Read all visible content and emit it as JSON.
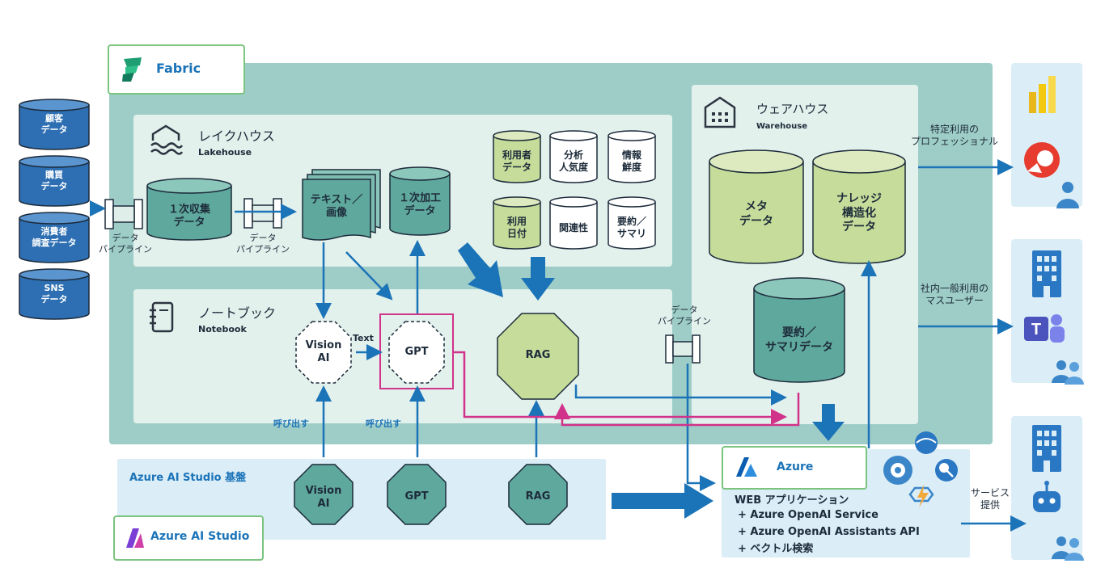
{
  "fabric": {
    "label": "Fabric"
  },
  "lakehouse": {
    "title": "レイクハウス",
    "subtitle": "Lakehouse"
  },
  "notebook": {
    "title": "ノートブック",
    "subtitle": "Notebook"
  },
  "warehouse": {
    "title": "ウェアハウス",
    "subtitle": "Warehouse"
  },
  "sources": [
    "顧客\nデータ",
    "購買\nデータ",
    "消費者\n調査データ",
    "SNS\nデータ"
  ],
  "pipelines": {
    "p1": "データ\nパイプライン",
    "p2": "データ\nパイプライン",
    "p3": "データ\nパイプライン"
  },
  "lake_items": {
    "raw": "１次収集\nデータ",
    "text_image": "テキスト／\n画像",
    "processed": "１次加工\nデータ",
    "users": "利用者\nデータ",
    "popularity": "分析\n人気度",
    "freshness": "情報\n鮮度",
    "date": "利用\n日付",
    "relevance": "関連性",
    "summary": "要約／\nサマリ"
  },
  "notebook_items": {
    "vision": "Vision\nAI",
    "text_label": "Text",
    "gpt": "GPT",
    "rag": "RAG"
  },
  "warehouse_items": {
    "meta": "メタ\nデータ",
    "knowledge": "ナレッジ\n構造化\nデータ",
    "summary": "要約／\nサマリデータ"
  },
  "calls": {
    "c1": "呼び出す",
    "c2": "呼び出す"
  },
  "ai_studio": {
    "base_title": "Azure AI Studio 基盤",
    "logo_label": "Azure AI Studio",
    "vision": "Vision\nAI",
    "gpt": "GPT",
    "rag": "RAG"
  },
  "azure": {
    "label": "Azure",
    "web_app": "WEB アプリケーション",
    "line1": "+ Azure OpenAI Service",
    "line2": "+ Azure OpenAI Assistants API",
    "line3": "+ ベクトル検索"
  },
  "outputs": {
    "pro": "特定利用の\nプロフェッショナル",
    "mass": "社内一般利用の\nマスユーザー",
    "service": "サービス\n提供"
  },
  "colors": {
    "teal_dark": "#2c6e66",
    "teal_fill": "#5fa89d",
    "lime_fill": "#c5dc9a",
    "blue_arrow": "#1b73b8",
    "magenta": "#d1328a",
    "panel": "#e2f1ec",
    "fabric_bg": "#9ecdc7"
  }
}
